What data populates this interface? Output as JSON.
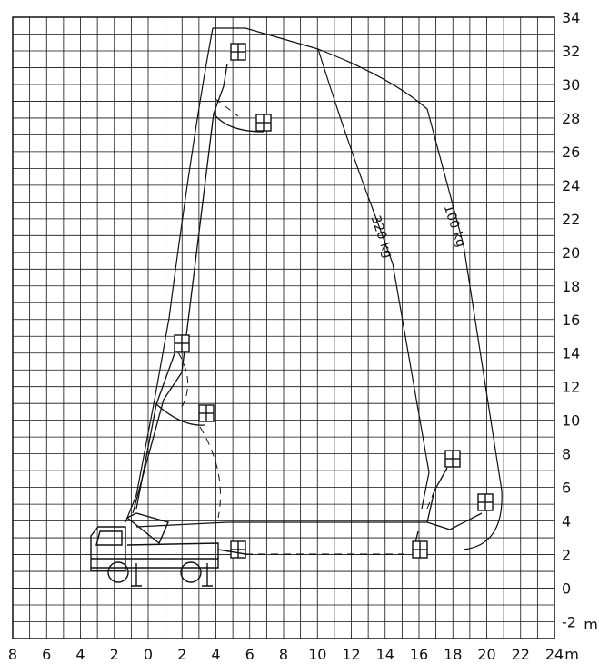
{
  "diagram": {
    "x_unit": "m",
    "y_unit": "m",
    "x_ticks": [
      "8",
      "6",
      "4",
      "2",
      "0",
      "2",
      "4",
      "6",
      "8",
      "10",
      "12",
      "14",
      "16",
      "18",
      "20",
      "22",
      "24"
    ],
    "y_ticks": [
      "34",
      "32",
      "30",
      "28",
      "26",
      "24",
      "22",
      "20",
      "18",
      "16",
      "14",
      "12",
      "10",
      "8",
      "6",
      "4",
      "2",
      "0",
      "-2"
    ],
    "curves": [
      {
        "label": "320 kg",
        "load_kg": 320
      },
      {
        "label": "100 kg",
        "load_kg": 100
      }
    ],
    "colors": {
      "line": "#111111",
      "grid": "#111111",
      "background": "#ffffff"
    }
  }
}
